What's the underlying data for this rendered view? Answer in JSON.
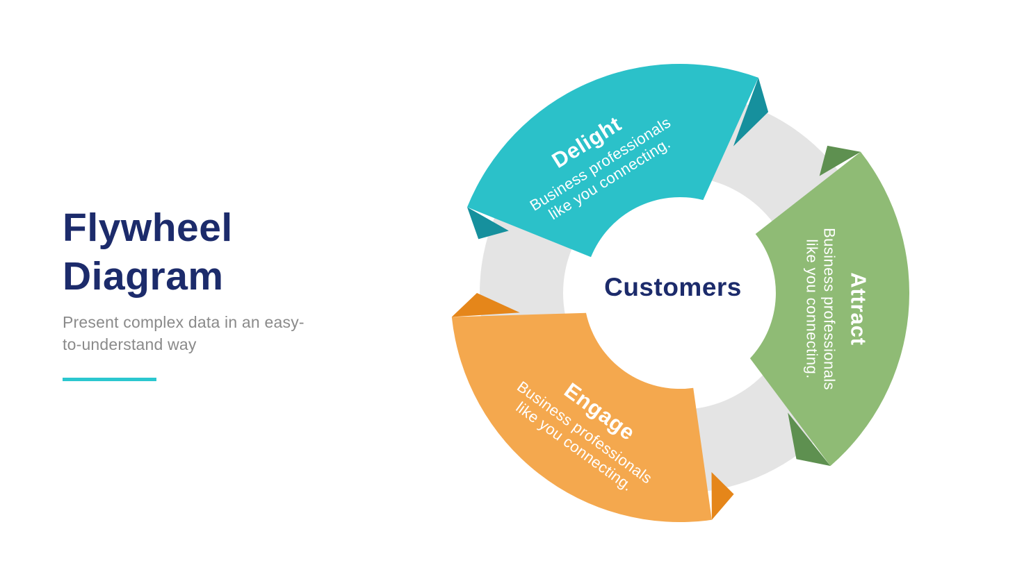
{
  "page": {
    "background_color": "#FFFFFF"
  },
  "sidebar": {
    "title_line1": "Flywheel",
    "title_line2": "Diagram",
    "title_color": "#1C2B6B",
    "subtitle_line1": "Present complex data in an easy-",
    "subtitle_line2": "to-understand way",
    "subtitle_color": "#8A8A8A",
    "accent_bar_color": "#2BC7CF"
  },
  "flywheel": {
    "center_label": "Customers",
    "center_label_color": "#1C2B6B",
    "connector_color": "#E4E4E4",
    "text_color": "#FFFFFF",
    "segments": [
      {
        "id": "delight",
        "title": "Delight",
        "description_line1": "Business professionals",
        "description_line2": "like you connecting.",
        "color": "#2BC1C9",
        "fold_color": "#16909D"
      },
      {
        "id": "attract",
        "title": "Attract",
        "description_line1": "Business professionals",
        "description_line2": "like you connecting.",
        "color": "#8FBB75",
        "fold_color": "#5E9050"
      },
      {
        "id": "engage",
        "title": "Engage",
        "description_line1": "Business professionals",
        "description_line2": "like you connecting.",
        "color": "#F4A84E",
        "fold_color": "#E5861A"
      }
    ]
  }
}
